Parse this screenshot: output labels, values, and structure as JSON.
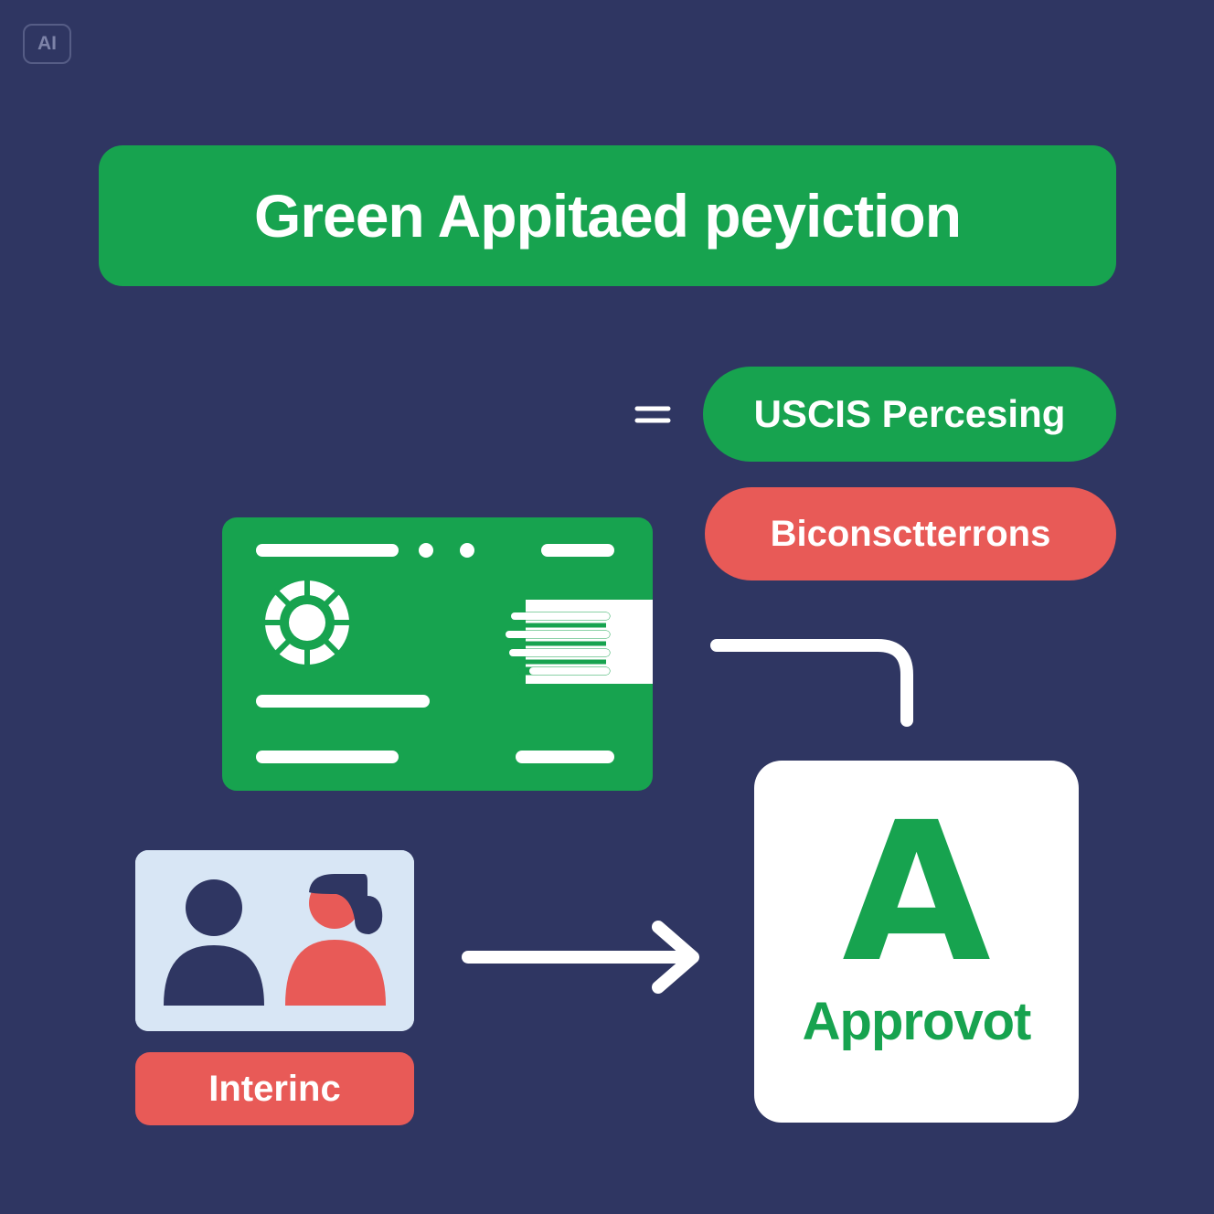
{
  "badge": {
    "label": "AI"
  },
  "title": {
    "text": "Green Appitaed peyiction"
  },
  "steps": {
    "processing": "USCIS Percesing",
    "biometrics": "Biconsctterrons",
    "interview": "Interinc"
  },
  "result": {
    "letter": "A",
    "label": "Approvot"
  },
  "colors": {
    "background": "#2f3662",
    "green": "#17a34f",
    "red": "#e85a57",
    "light_blue": "#d8e6f5",
    "white": "#ffffff",
    "navy_figure": "#2f3662"
  },
  "icons": {
    "card": "green-card-icon",
    "people": "two-people-icon",
    "arrow": "right-arrow-icon",
    "connector": "elbow-connector-icon"
  }
}
